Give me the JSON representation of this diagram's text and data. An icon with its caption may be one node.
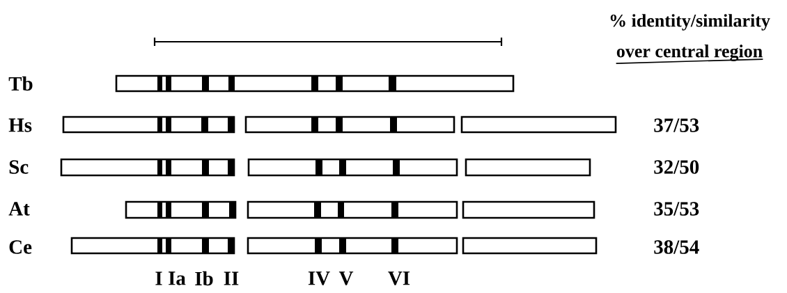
{
  "diagram": {
    "labels": [
      "% identity/similarity",
      "over central region",
      "Tb",
      "Hs",
      "37/53",
      "Sc",
      "32/50",
      "At",
      "35/53",
      "Ce",
      "38/54",
      "I",
      "Ia",
      "Ib",
      "II",
      "IV",
      "V",
      "VI"
    ]
  }
}
